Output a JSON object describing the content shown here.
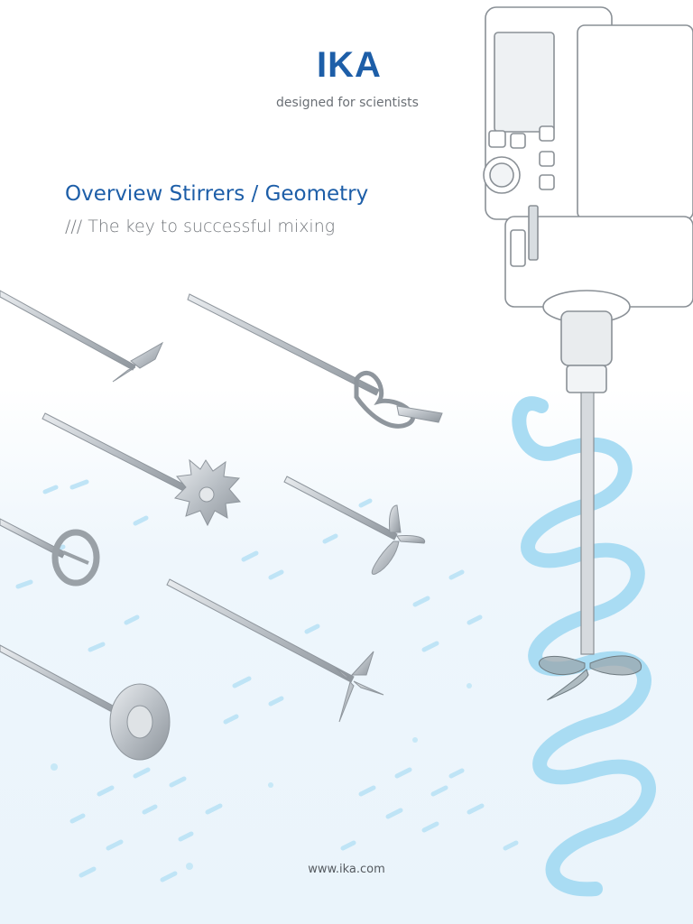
{
  "brand": {
    "logo_text": "IKA",
    "tagline": "designed for scientists"
  },
  "heading": {
    "title": "Overview Stirrers / Geometry",
    "subtitle": "/// The key to successful mixing"
  },
  "footer": {
    "url": "www.ika.com"
  },
  "illustration": {
    "device": "overhead-stirrer-icon",
    "stirrers": [
      "propeller-stirrer-icon",
      "helical-stirrer-icon",
      "dissolver-stirrer-icon",
      "centrifugal-stirrer-icon",
      "three-blade-propeller-icon",
      "anchor-disc-stirrer-icon",
      "four-blade-propeller-icon",
      "turbine-disc-stirrer-icon"
    ]
  },
  "colors": {
    "brand_blue": "#1d5ea8",
    "swirl_blue": "#a9dcf3",
    "dash_blue": "#b9e2f5",
    "metal": "#c7ccd1"
  }
}
